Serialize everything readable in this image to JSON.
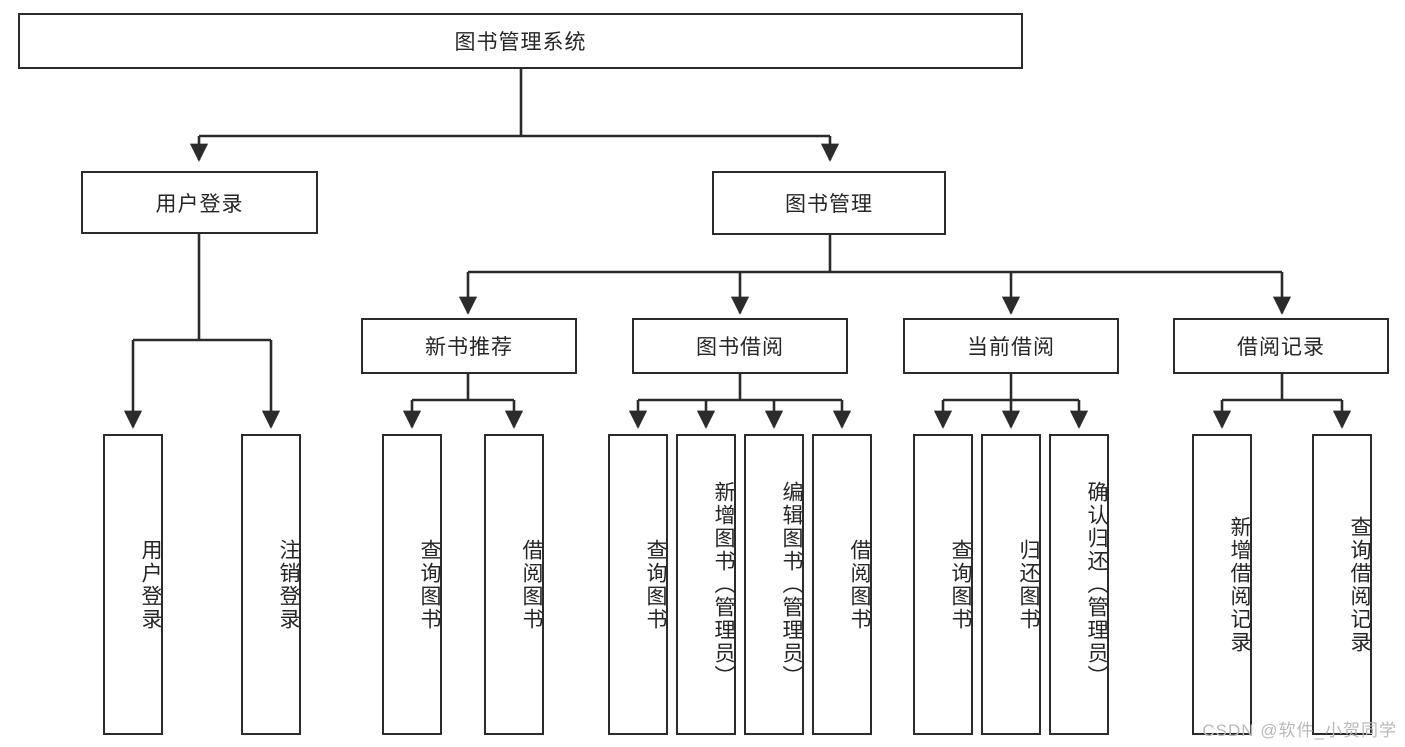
{
  "diagram": {
    "title": "图书管理系统",
    "root": {
      "label": "图书管理系统"
    },
    "level1": [
      {
        "label": "用户登录"
      },
      {
        "label": "图书管理"
      }
    ],
    "level2": [
      {
        "label": "新书推荐"
      },
      {
        "label": "图书借阅"
      },
      {
        "label": "当前借阅"
      },
      {
        "label": "借阅记录"
      }
    ],
    "leaves": {
      "user_login": [
        {
          "label": "用户登录"
        },
        {
          "label": "注销登录"
        }
      ],
      "new_book_recommend": [
        {
          "label": "查询图书"
        },
        {
          "label": "借阅图书"
        }
      ],
      "book_borrow": [
        {
          "label": "查询图书"
        },
        {
          "label": "新增图书（管理员）"
        },
        {
          "label": "编辑图书（管理员）"
        },
        {
          "label": "借阅图书"
        }
      ],
      "current_borrow": [
        {
          "label": "查询图书"
        },
        {
          "label": "归还图书"
        },
        {
          "label": "确认归还（管理员）"
        }
      ],
      "borrow_record": [
        {
          "label": "新增借阅记录"
        },
        {
          "label": "查询借阅记录"
        }
      ]
    }
  },
  "watermark": {
    "text": "CSDN @软件_小贺同学"
  },
  "colors": {
    "stroke": "#2b2b2b",
    "text": "#262626",
    "background": "#ffffff",
    "watermark": "#b9b9b9"
  }
}
